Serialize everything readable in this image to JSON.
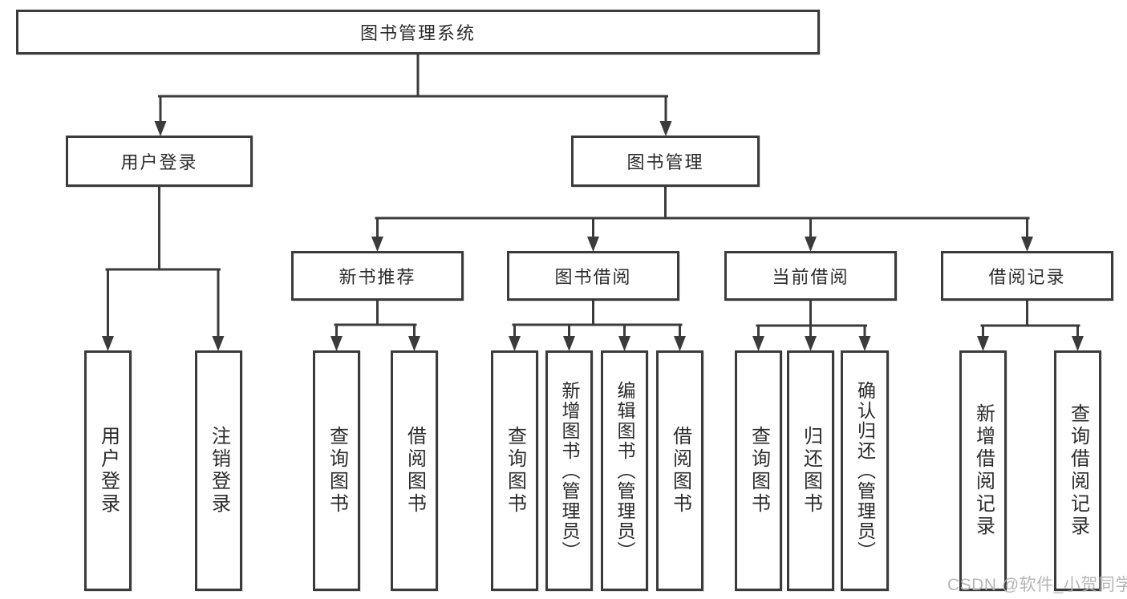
{
  "diagram": {
    "root": {
      "label": "图书管理系统"
    },
    "branches": [
      {
        "label": "用户登录",
        "children": [
          {
            "label": "用户登录"
          },
          {
            "label": "注销登录"
          }
        ]
      },
      {
        "label": "图书管理",
        "children": [
          {
            "label": "新书推荐",
            "children": [
              {
                "label": "查询图书"
              },
              {
                "label": "借阅图书"
              }
            ]
          },
          {
            "label": "图书借阅",
            "children": [
              {
                "label": "查询图书"
              },
              {
                "label": "新增图书（管理员）"
              },
              {
                "label": "编辑图书（管理员）"
              },
              {
                "label": "借阅图书"
              }
            ]
          },
          {
            "label": "当前借阅",
            "children": [
              {
                "label": "查询图书"
              },
              {
                "label": "归还图书"
              },
              {
                "label": "确认归还（管理员）"
              }
            ]
          },
          {
            "label": "借阅记录",
            "children": [
              {
                "label": "新增借阅记录"
              },
              {
                "label": "查询借阅记录"
              }
            ]
          }
        ]
      }
    ]
  },
  "watermark": {
    "text": "CSDN @软件_小贺同学"
  },
  "colors": {
    "line": "#3b3b3b",
    "text": "#2b2b2b",
    "watermark": "#b0b0b0",
    "background": "#ffffff"
  }
}
